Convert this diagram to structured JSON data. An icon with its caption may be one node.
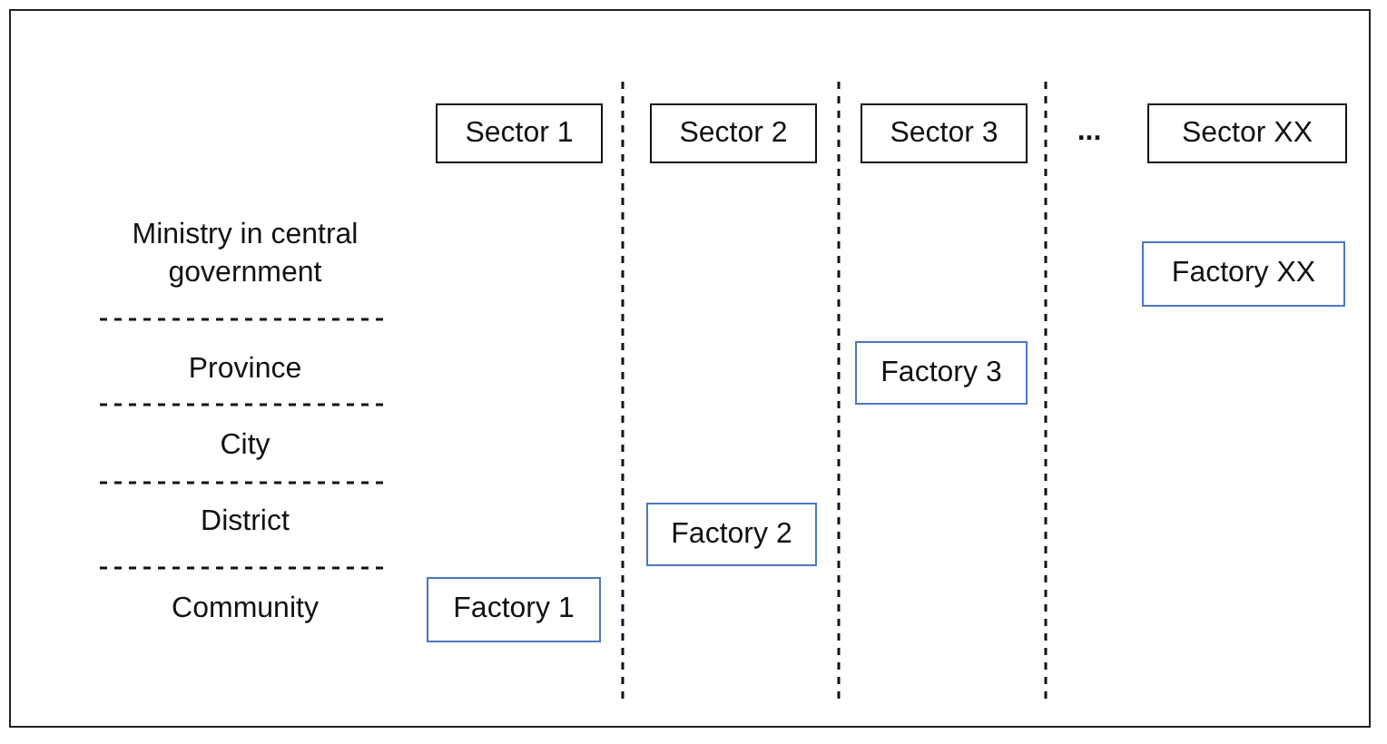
{
  "diagram": {
    "nodes": [
      {
        "text": [
          "Sector 1"
        ]
      },
      {
        "text": [
          "Sector 2"
        ]
      },
      {
        "text": [
          "Sector 3"
        ]
      },
      {
        "text": [
          "Sector XX"
        ]
      },
      {
        "text": [
          "Factory XX"
        ]
      },
      {
        "text": [
          "Factory 3"
        ]
      },
      {
        "text": [
          "Factory 2"
        ]
      },
      {
        "text": [
          "Factory 1"
        ]
      }
    ],
    "edges": [],
    "labels": [
      "...",
      "Ministry in central government",
      "Province",
      "City",
      "District",
      "Community"
    ]
  }
}
